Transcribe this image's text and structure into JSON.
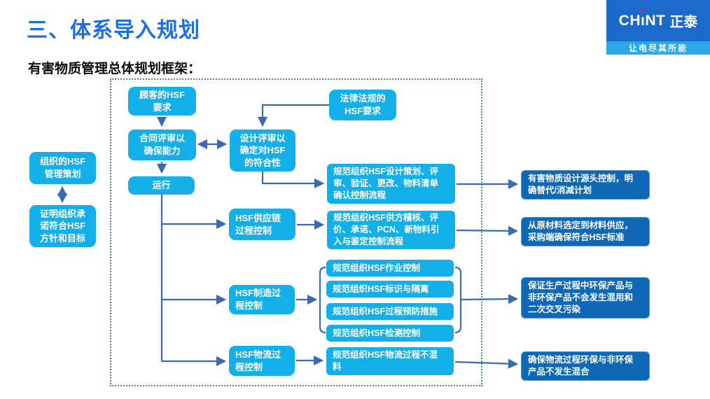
{
  "header": {
    "title": "三、体系导入规划",
    "subtitle": "有害物质管理总体规划框架："
  },
  "logo": {
    "latin_left": "CH",
    "latin_right": "NT",
    "cn": "正泰",
    "tagline": "让电尽其所能"
  },
  "colors": {
    "title_blue": "#1c6fe4",
    "box_cyan": "#12afe8",
    "box_dark_blue": "#0e68b6",
    "connector_blue": "#3a6bb2",
    "dashed_border": "#4b7dc8",
    "logo_blue": "#1a69cb",
    "logo_strip_blue": "#2aa9e6",
    "logo_dot_red": "#e8262a"
  },
  "flowchart": {
    "nodes": {
      "org_planning": "组织的HSF\n管理策划",
      "org_commitment": "证明组织承\n诺符合HSF\n方针和目标",
      "customer_req": "顾客的HSF\n要求",
      "legal_req": "法律法规的\nHSF要求",
      "contract_review": "合同评审以\n确保能力",
      "design_review": "设计评审以\n确定对HSF\n的符合性",
      "operation": "运行",
      "design_process": "规范组织HSF设计策划、评\n审、验证、更改、物料清单\n确认控制流程",
      "supply_chain": "HSF供应链\n过程控制",
      "supplier_process": "规范组织HSF供方稽核、评\n价、承诺、PCN、新物料引\n入与鉴定控制流程",
      "manufacturing": "HSF制造过\n程控制",
      "mfg_operation_control": "规范组织HSF作业控制",
      "mfg_identification": "规范组织HSF标识与隔离",
      "mfg_prevention": "规范组织HSF过程预防措施",
      "mfg_testing": "规范组织HSF检测控制",
      "logistics": "HSF物流过\n程控制",
      "logistics_process": "规范组织HSF物流过程不混\n料",
      "outcome_design": "有害物质设计源头控制，明\n确替代/消减计划",
      "outcome_supply": "从原材料选定到材料供应，\n采购端确保符合HSF标准",
      "outcome_mfg": "保证生产过程中环保产品与\n非环保产品不会发生混用和\n二次交叉污染",
      "outcome_logistics": "确保物流过程环保与非环保\n产品不发生混合"
    }
  }
}
